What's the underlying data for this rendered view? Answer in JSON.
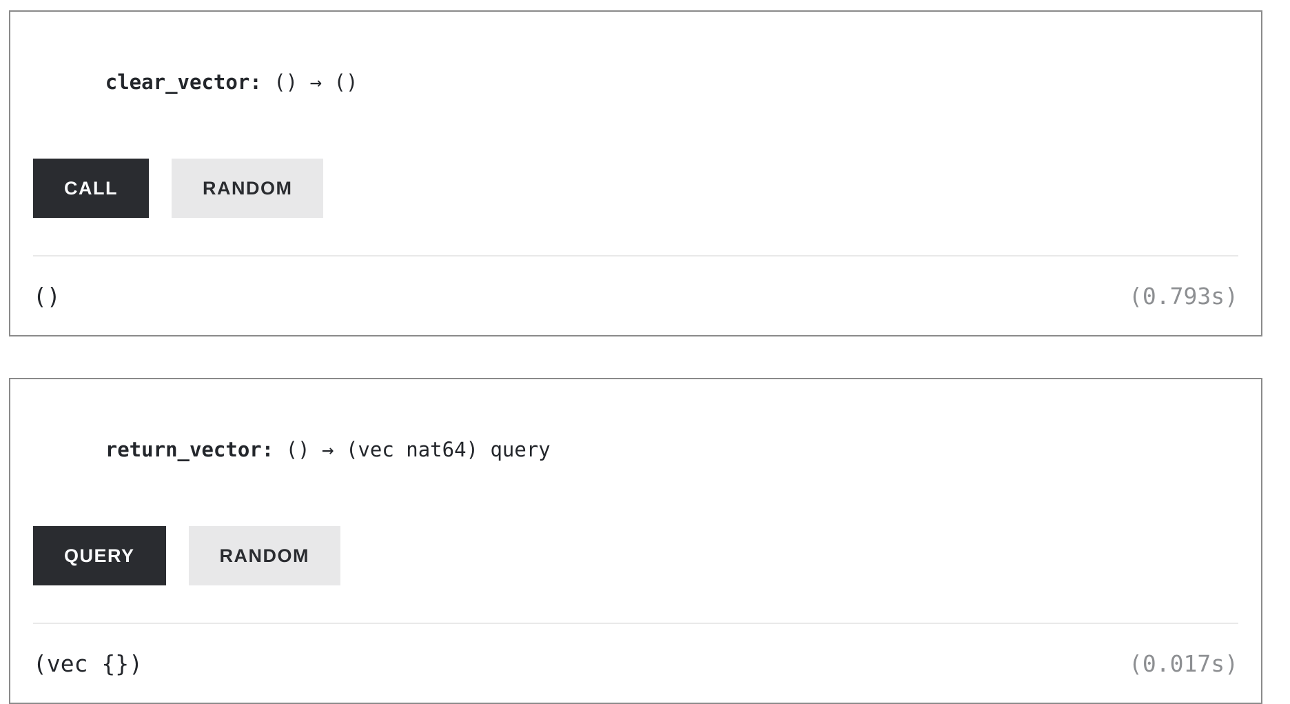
{
  "colors": {
    "page_background": "#ffffff",
    "card_border": "#8a8a8a",
    "dark_button_bg": "#2a2c30",
    "dark_button_text": "#fafbfc",
    "light_button_bg": "#e8e8e9",
    "light_button_text": "#2a2c30",
    "title_text": "#23262b",
    "timing_text": "#8d8f92",
    "divider": "#e9e9e9"
  },
  "methods": [
    {
      "name": "clear_vector:",
      "signature": " () → ()",
      "primary_button": "CALL",
      "random_button": "RANDOM",
      "result_value": "()",
      "result_time": "(0.793s)"
    },
    {
      "name": "return_vector:",
      "signature": " () → (vec nat64) query",
      "primary_button": "QUERY",
      "random_button": "RANDOM",
      "result_value": "(vec {})",
      "result_time": "(0.017s)"
    }
  ]
}
